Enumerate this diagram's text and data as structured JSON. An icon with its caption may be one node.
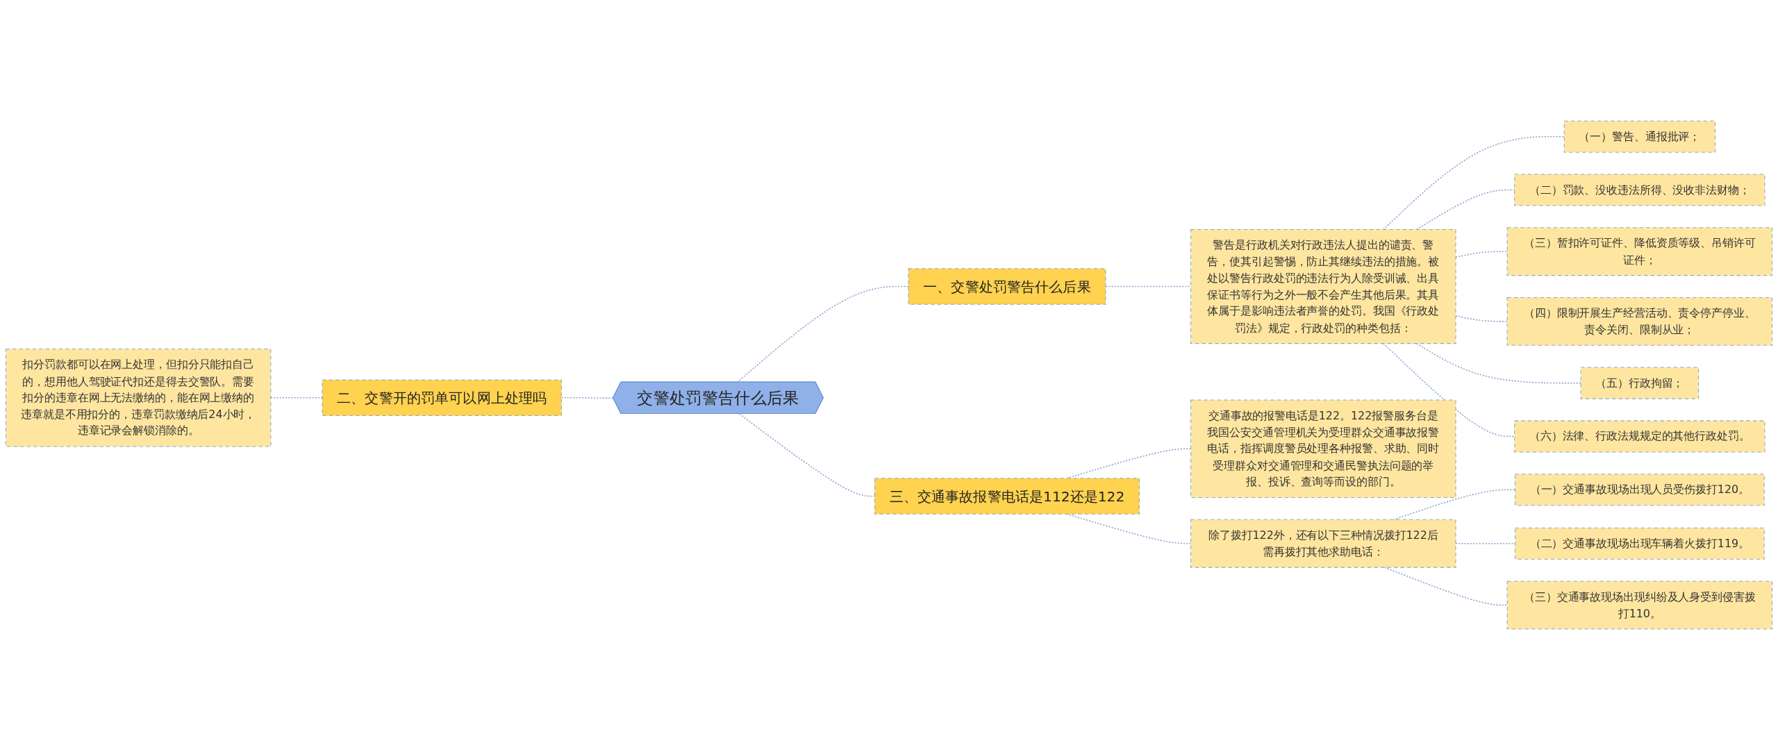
{
  "diagram": {
    "nodes": [
      {
        "text": [
          "交警处罚警告什么后果"
        ]
      },
      {
        "text": [
          "一、交警处罚警告什么后果"
        ]
      },
      {
        "text": [
          "警告是行政机关对行政违法人提出的谴责、警告，使其引起警惕，防止其继续违法的措施。被处以警告行政处罚的违法行为人除受训诫、出具保证书等行为之外一般不会产生其他后果。其具体属于是影响违法者声誉的处罚。我国《行政处罚法》规定，行政处罚的种类包括："
        ]
      },
      {
        "text": [
          "（一）警告、通报批评；"
        ]
      },
      {
        "text": [
          "（二）罚款、没收违法所得、没收非法财物；"
        ]
      },
      {
        "text": [
          "（三）暂扣许可证件、降低资质等级、吊销许可证件；"
        ]
      },
      {
        "text": [
          "（四）限制开展生产经营活动、责令停产停业、责令关闭、限制从业；"
        ]
      },
      {
        "text": [
          "（五）行政拘留；"
        ]
      },
      {
        "text": [
          "（六）法律、行政法规规定的其他行政处罚。"
        ]
      },
      {
        "text": [
          "二、交警开的罚单可以网上处理吗"
        ]
      },
      {
        "text": [
          "扣分罚款都可以在网上处理，但扣分只能扣自己的，想用他人驾驶证代扣还是得去交警队。需要扣分的违章在网上无法缴纳的，能在网上缴纳的违章就是不用扣分的，违章罚款缴纳后24小时，违章记录会解锁消除的。"
        ]
      },
      {
        "text": [
          "三、交通事故报警电话是112还是122"
        ]
      },
      {
        "text": [
          "交通事故的报警电话是122。122报警服务台是我国公安交通管理机关为受理群众交通事故报警电话，指挥调度警员处理各种报警、求助、同时受理群众对交通管理和交通民警执法问题的举报、投诉、查询等而设的部门。"
        ]
      },
      {
        "text": [
          "除了拨打122外，还有以下三种情况拨打122后需再拨打其他求助电话："
        ]
      },
      {
        "text": [
          "（一）交通事故现场出现人员受伤拨打120。"
        ]
      },
      {
        "text": [
          "（二）交通事故现场出现车辆着火拨打119。"
        ]
      },
      {
        "text": [
          "（三）交通事故现场出现纠纷及人身受到侵害拨打110。"
        ]
      }
    ],
    "edges": [
      {
        "from": 0,
        "to": 1,
        "arrow": "none",
        "style": "dashed"
      },
      {
        "from": 1,
        "to": 2,
        "arrow": "none",
        "style": "dashed"
      },
      {
        "from": 2,
        "to": 3,
        "arrow": "none",
        "style": "dashed"
      },
      {
        "from": 2,
        "to": 4,
        "arrow": "none",
        "style": "dashed"
      },
      {
        "from": 2,
        "to": 5,
        "arrow": "none",
        "style": "dashed"
      },
      {
        "from": 2,
        "to": 6,
        "arrow": "none",
        "style": "dashed"
      },
      {
        "from": 2,
        "to": 7,
        "arrow": "none",
        "style": "dashed"
      },
      {
        "from": 2,
        "to": 8,
        "arrow": "none",
        "style": "dashed"
      },
      {
        "from": 9,
        "to": 0,
        "arrow": "none",
        "style": "dashed"
      },
      {
        "from": 10,
        "to": 9,
        "arrow": "none",
        "style": "dashed"
      },
      {
        "from": 0,
        "to": 11,
        "arrow": "none",
        "style": "dashed"
      },
      {
        "from": 11,
        "to": 12,
        "arrow": "none",
        "style": "dashed"
      },
      {
        "from": 11,
        "to": 13,
        "arrow": "none",
        "style": "dashed"
      },
      {
        "from": 13,
        "to": 14,
        "arrow": "none",
        "style": "dashed"
      },
      {
        "from": 13,
        "to": 15,
        "arrow": "none",
        "style": "dashed"
      },
      {
        "from": 13,
        "to": 16,
        "arrow": "none",
        "style": "dashed"
      }
    ]
  }
}
